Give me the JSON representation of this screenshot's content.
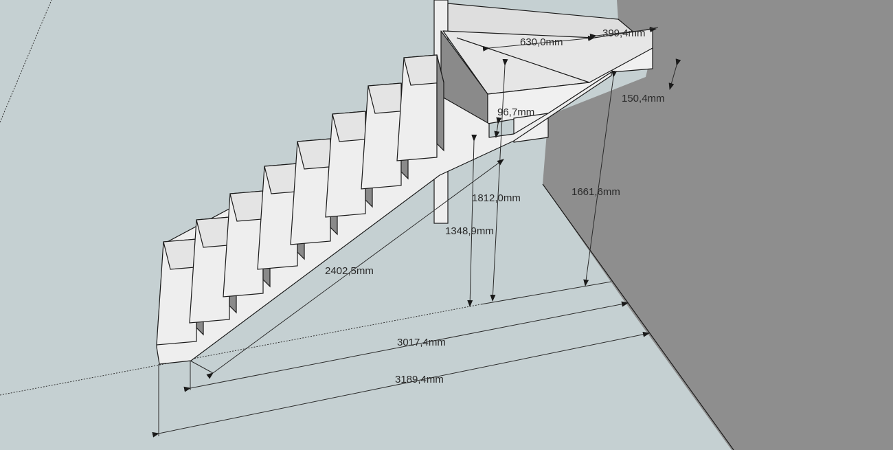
{
  "scene": {
    "colors": {
      "floor": "#c5d0d2",
      "wall": "#8e8e8e",
      "tread": "#e4e4e4",
      "riser": "#8a8a8a",
      "stringer": "#eeeeee",
      "edge": "#1a1a1a",
      "dimension": "#2a2a2a"
    },
    "dimensions": {
      "landing_width": "630,0mm",
      "landing_depth": "399,4mm",
      "landing_thickness": "150,4mm",
      "step_height": "96,7mm",
      "rise_to_landing": "1812,0mm",
      "rise_to_stringer": "1348,9mm",
      "rise_total": "1661,6mm",
      "stringer_length": "2402,5mm",
      "run_inner": "3017,4mm",
      "run_outer": "3189,4mm"
    }
  }
}
